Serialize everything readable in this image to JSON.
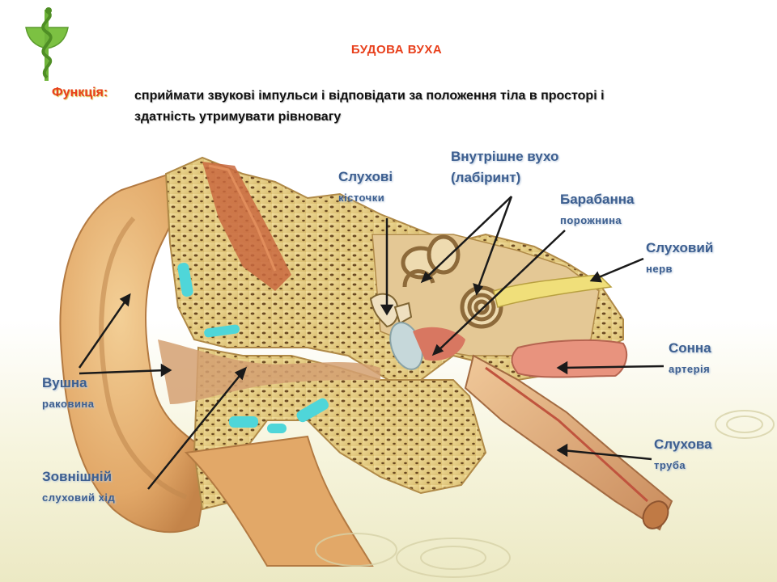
{
  "title": "БУДОВА ВУХА",
  "function": {
    "label": "Функція:",
    "text_line1": "сприймати  звукові імпульси і відповідати за положення тіла  в просторі і",
    "text_line2": "здатність утримувати рівновагу"
  },
  "labels": {
    "ossicles": {
      "line1": "Слухові",
      "line2": "кісточки"
    },
    "inner_ear": {
      "line1": "Внутрішне вухо",
      "line2": "(лабіринт)"
    },
    "tympanic": {
      "line1": "Барабанна",
      "line2": "порожнина"
    },
    "nerve": {
      "line1": "Слуховий",
      "line2": "нерв"
    },
    "artery": {
      "line1": "Сонна",
      "line2": "артерія"
    },
    "tube": {
      "line1": "Слухова",
      "line2": "труба"
    },
    "auricle": {
      "line1": "Вушна",
      "line2": "раковина"
    },
    "canal": {
      "line1": "Зовнішній",
      "line2": "слуховий хід"
    }
  },
  "colors": {
    "title": "#e8401c",
    "label": "#3d5f90",
    "bone": "#e6cf8a",
    "skin": "#e9b977",
    "muscle": "#c9683f",
    "fluid": "#4fd6d9",
    "logo": "#6fb43a"
  }
}
